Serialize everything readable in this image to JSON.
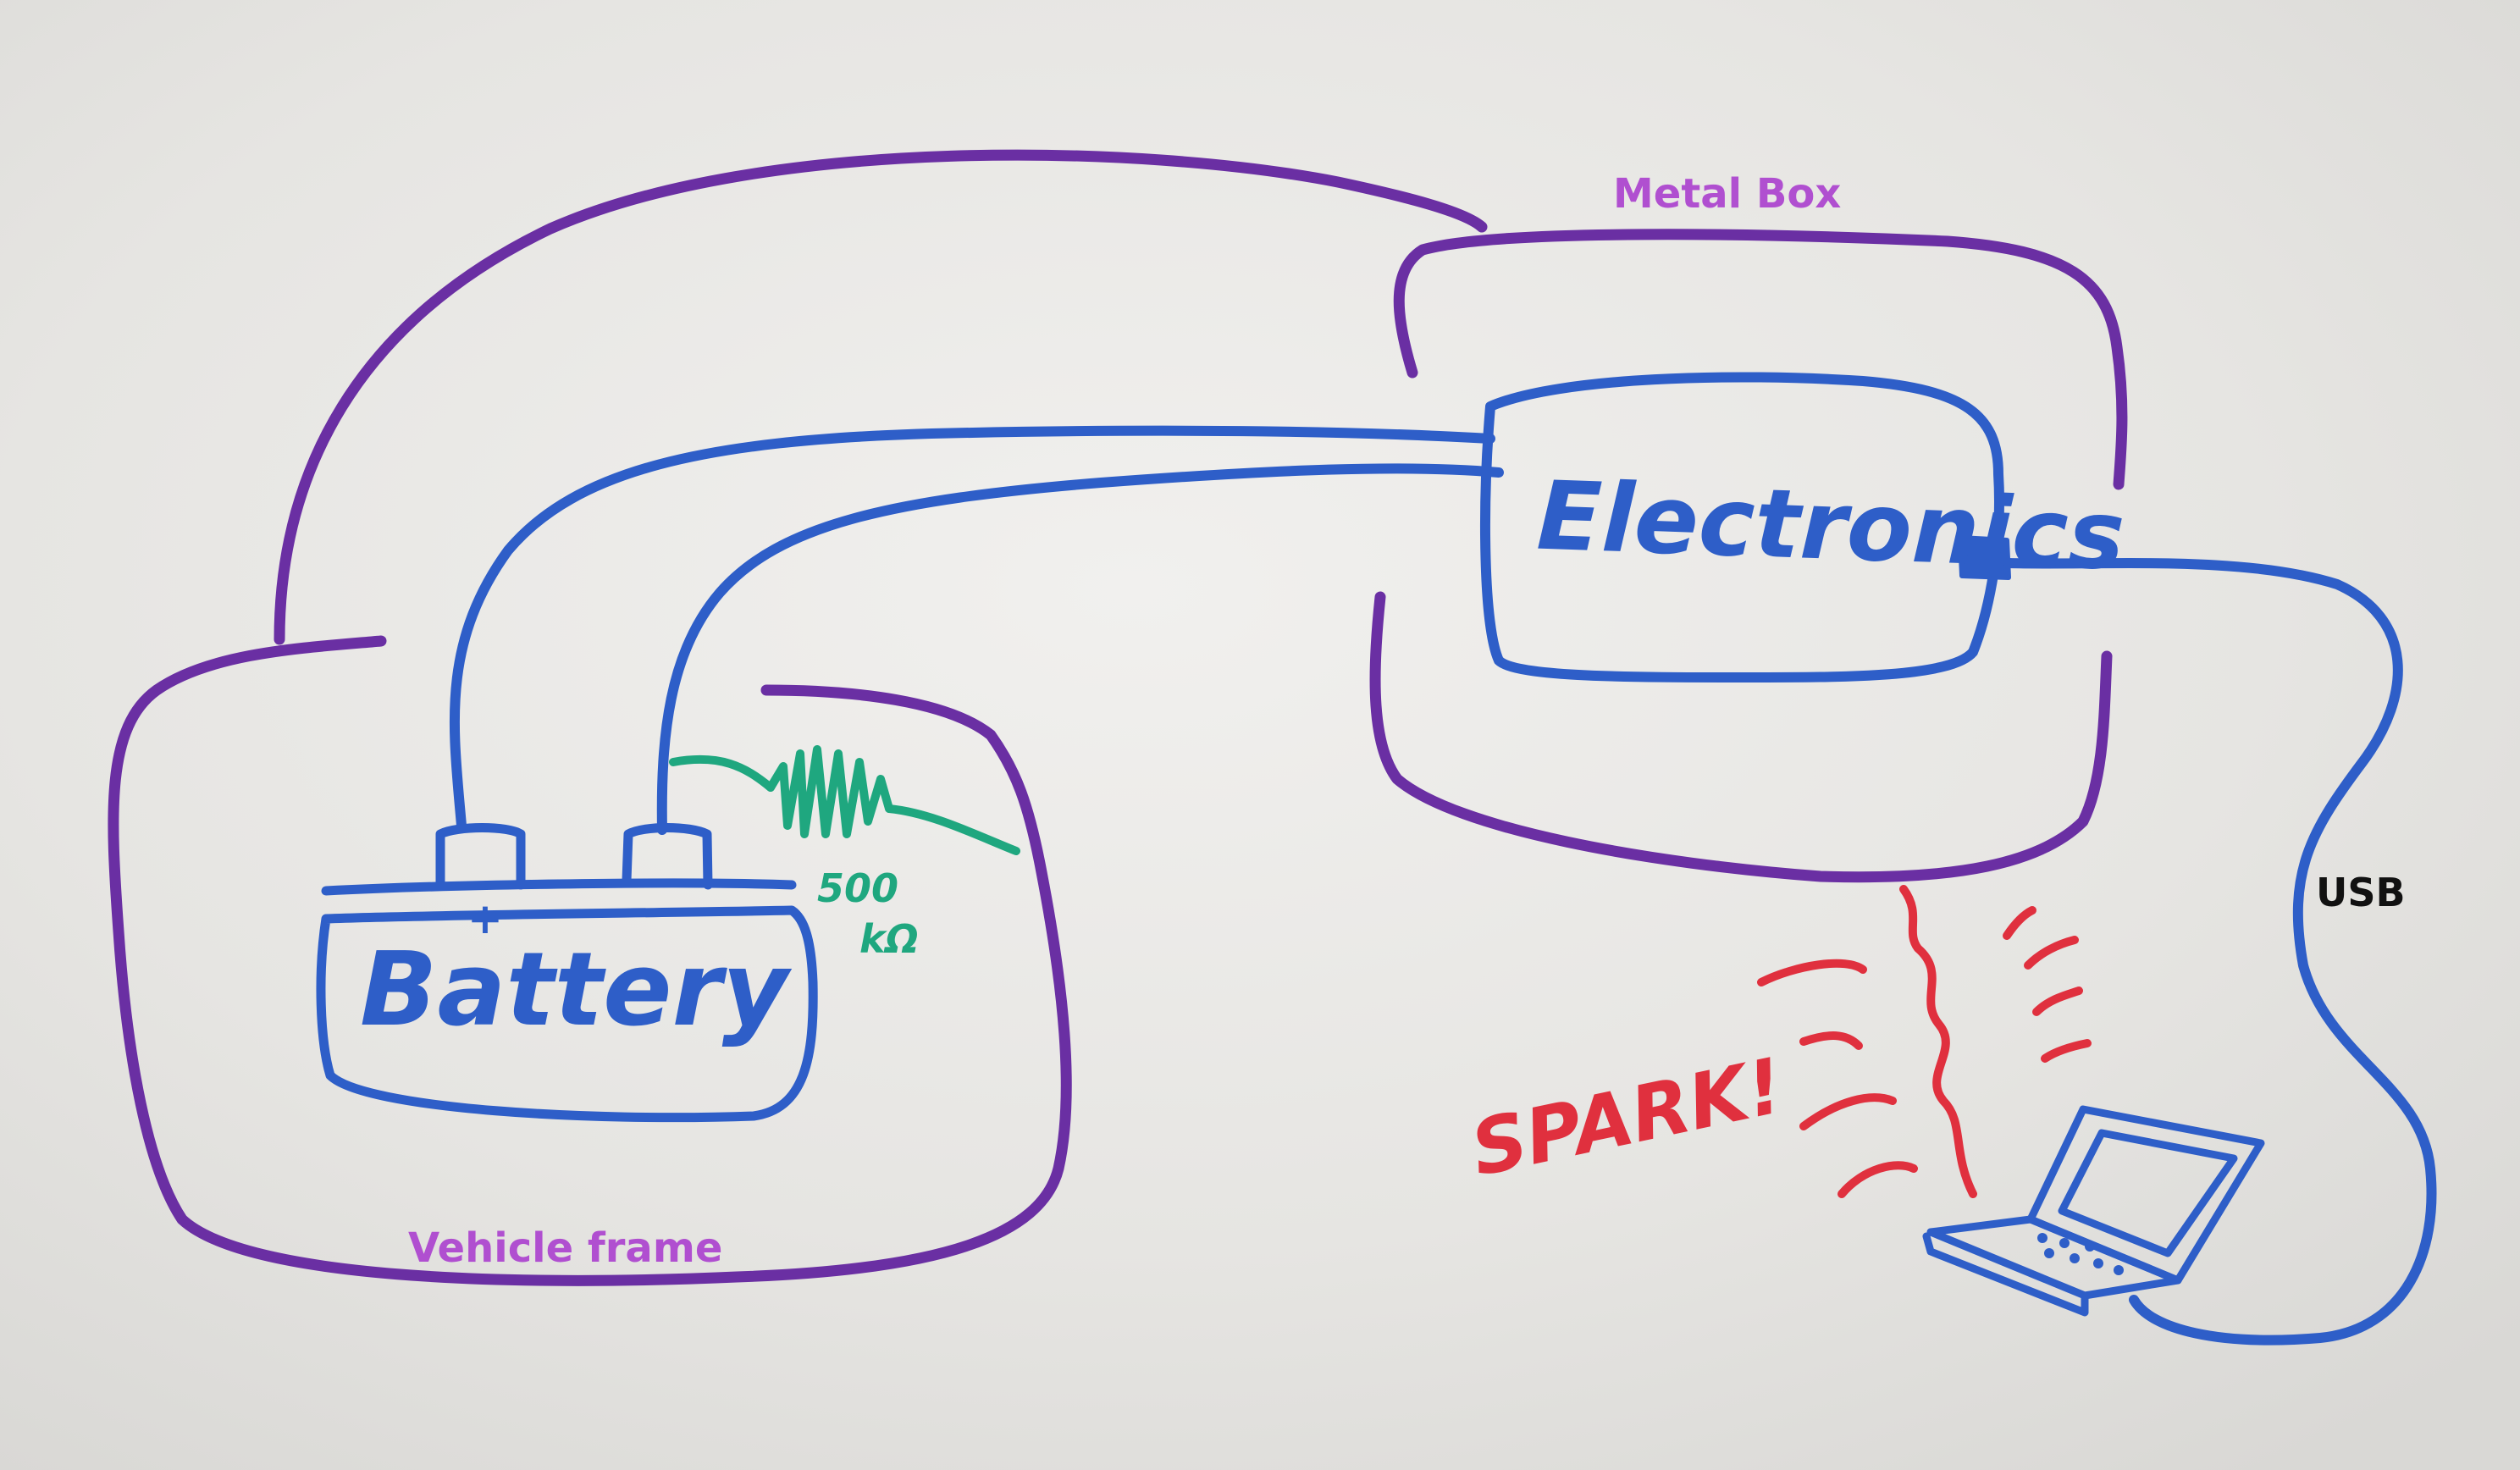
{
  "labels": {
    "metal_box": "Metal Box",
    "vehicle_frame": "Vehicle frame",
    "usb": "USB",
    "electronics": "Electronics",
    "battery": "Battery",
    "battery_plus": "+",
    "battery_minus": "−",
    "resistor_value": "500",
    "resistor_unit": "kΩ",
    "spark": "SPARK!"
  },
  "colors": {
    "board": "#e7e6e4",
    "purple": "#6a2fa3",
    "blue": "#2e5ec8",
    "green": "#1fa77f",
    "red": "#e0303e",
    "label_purple": "#b04fd0",
    "label_black": "#111111"
  }
}
